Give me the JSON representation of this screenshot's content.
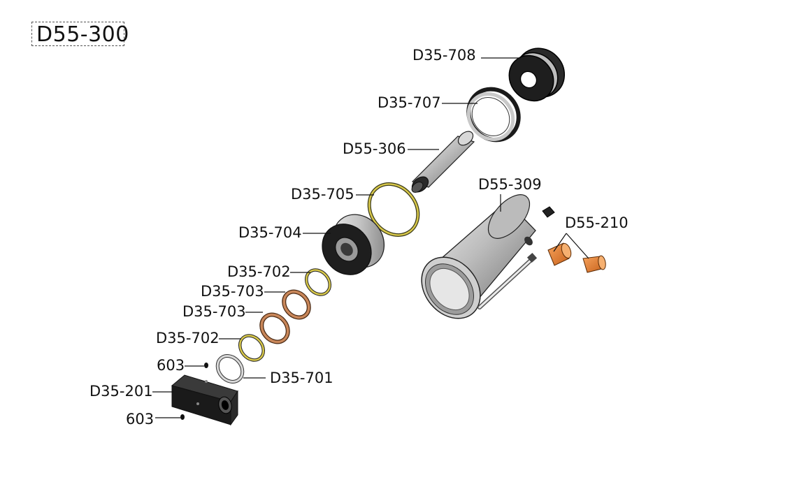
{
  "diagram": {
    "title": "D55-300",
    "labels": {
      "d35_708": "D35-708",
      "d35_707": "D35-707",
      "d55_306": "D55-306",
      "d35_705": "D35-705",
      "d55_309": "D55-309",
      "d55_210": "D55-210",
      "d35_704": "D35-704",
      "d35_702_upper": "D35-702",
      "d35_703_upper": "D35-703",
      "d35_703_lower": "D35-703",
      "d35_702_lower": "D35-702",
      "p603_upper": "603",
      "d35_701": "D35-701",
      "d35_201": "D35-201",
      "p603_lower": "603"
    },
    "colors": {
      "part_gray": "#b8b8b8",
      "part_dark": "#1c1c1c",
      "seal_yellow": "#d8c84a",
      "seal_copper": "#c9875a",
      "bushing_orange": "#e07a2a"
    }
  }
}
